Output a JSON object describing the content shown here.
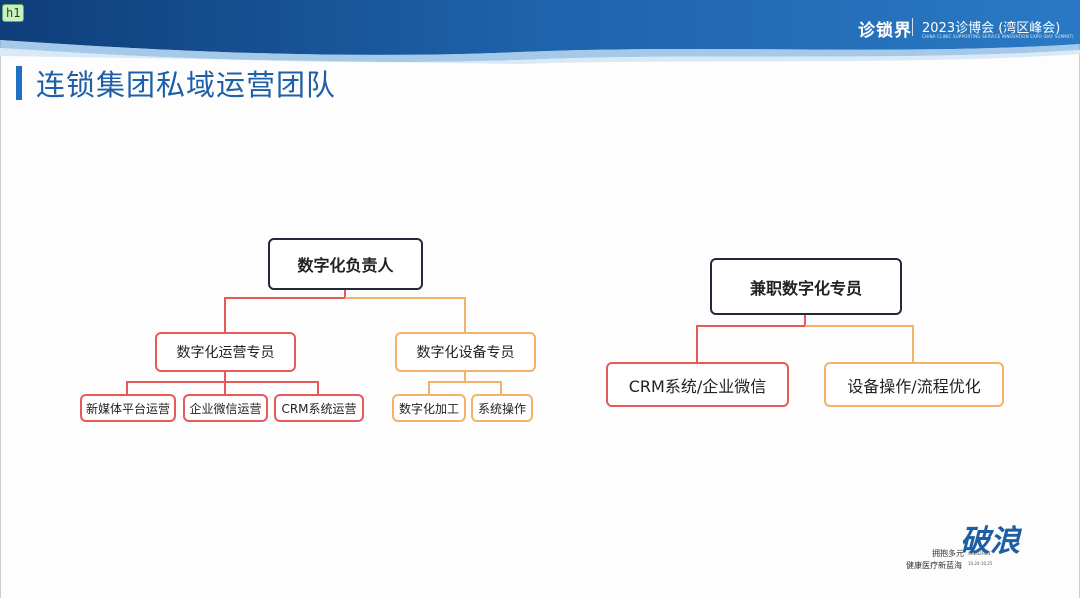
{
  "header": {
    "tag": "h1",
    "brand": "诊锁界",
    "expo_title": "2023诊博会 (湾区峰会)",
    "expo_sub": "CHINA CLINIC SUPPORTING SERVICE INNOVATION EXPO (BAY SUMMIT)"
  },
  "slide": {
    "title": "连锁集团私域运营团队"
  },
  "colors": {
    "accent": "#1f6fc2",
    "red": "#e85a5a",
    "orange": "#f2b26a",
    "dark": "#222a3a"
  },
  "diagram": {
    "left": {
      "root": "数字化负责人",
      "branches": [
        {
          "label": "数字化运营专员",
          "children": [
            "新媒体平台运营",
            "企业微信运营",
            "CRM系统运营"
          ]
        },
        {
          "label": "数字化设备专员",
          "children": [
            "数字化加工",
            "系统操作"
          ]
        }
      ]
    },
    "right": {
      "root": "兼职数字化专员",
      "children": [
        "CRM系统/企业微信",
        "设备操作/流程优化"
      ]
    }
  },
  "footer": {
    "logo": "破浪",
    "line1": "拥抱多元",
    "line2": "健康医疗新蓝海",
    "city": "SHENZHEN",
    "date": "10.24-10.25"
  }
}
